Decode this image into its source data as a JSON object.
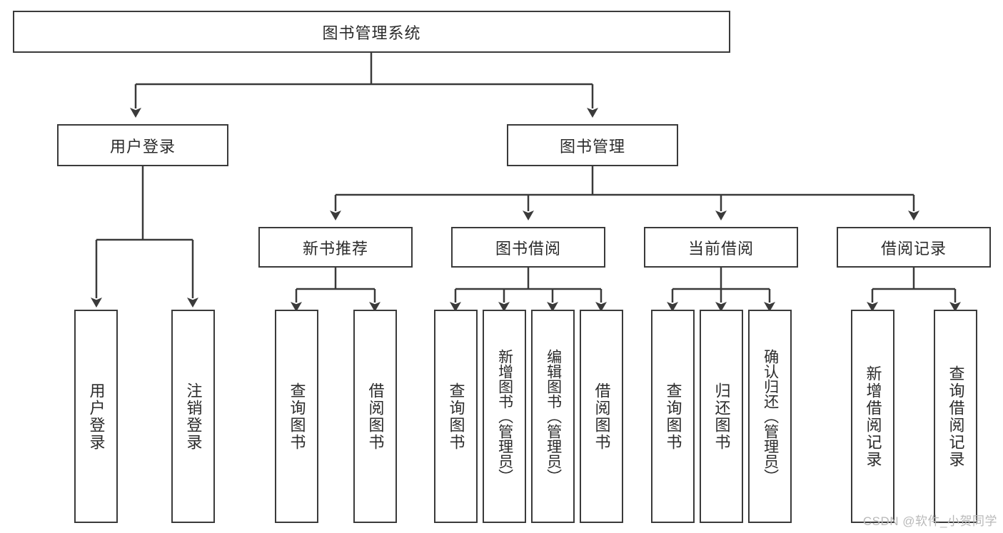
{
  "diagram": {
    "type": "hierarchy-tree",
    "title": "图书管理系统",
    "root": {
      "label": "图书管理系统"
    },
    "level2": [
      {
        "label": "用户登录"
      },
      {
        "label": "图书管理"
      }
    ],
    "level3": [
      {
        "label": "新书推荐"
      },
      {
        "label": "图书借阅"
      },
      {
        "label": "当前借阅"
      },
      {
        "label": "借阅记录"
      }
    ],
    "leaves": [
      {
        "label": "用户登录"
      },
      {
        "label": "注销登录"
      },
      {
        "label": "查询图书"
      },
      {
        "label": "借阅图书"
      },
      {
        "label": "查询图书"
      },
      {
        "label": "新增图书（管理员）"
      },
      {
        "label": "编辑图书（管理员）"
      },
      {
        "label": "借阅图书"
      },
      {
        "label": "查询图书"
      },
      {
        "label": "归还图书"
      },
      {
        "label": "确认归还（管理员）"
      },
      {
        "label": "新增借阅记录"
      },
      {
        "label": "查询借阅记录"
      }
    ]
  },
  "watermark": {
    "text": "CSDN @软件_小贺同学"
  },
  "colors": {
    "stroke": "#3a3a3a",
    "text": "#2b2b2b",
    "background": "#ffffff",
    "watermark": "#b9b9b9"
  }
}
